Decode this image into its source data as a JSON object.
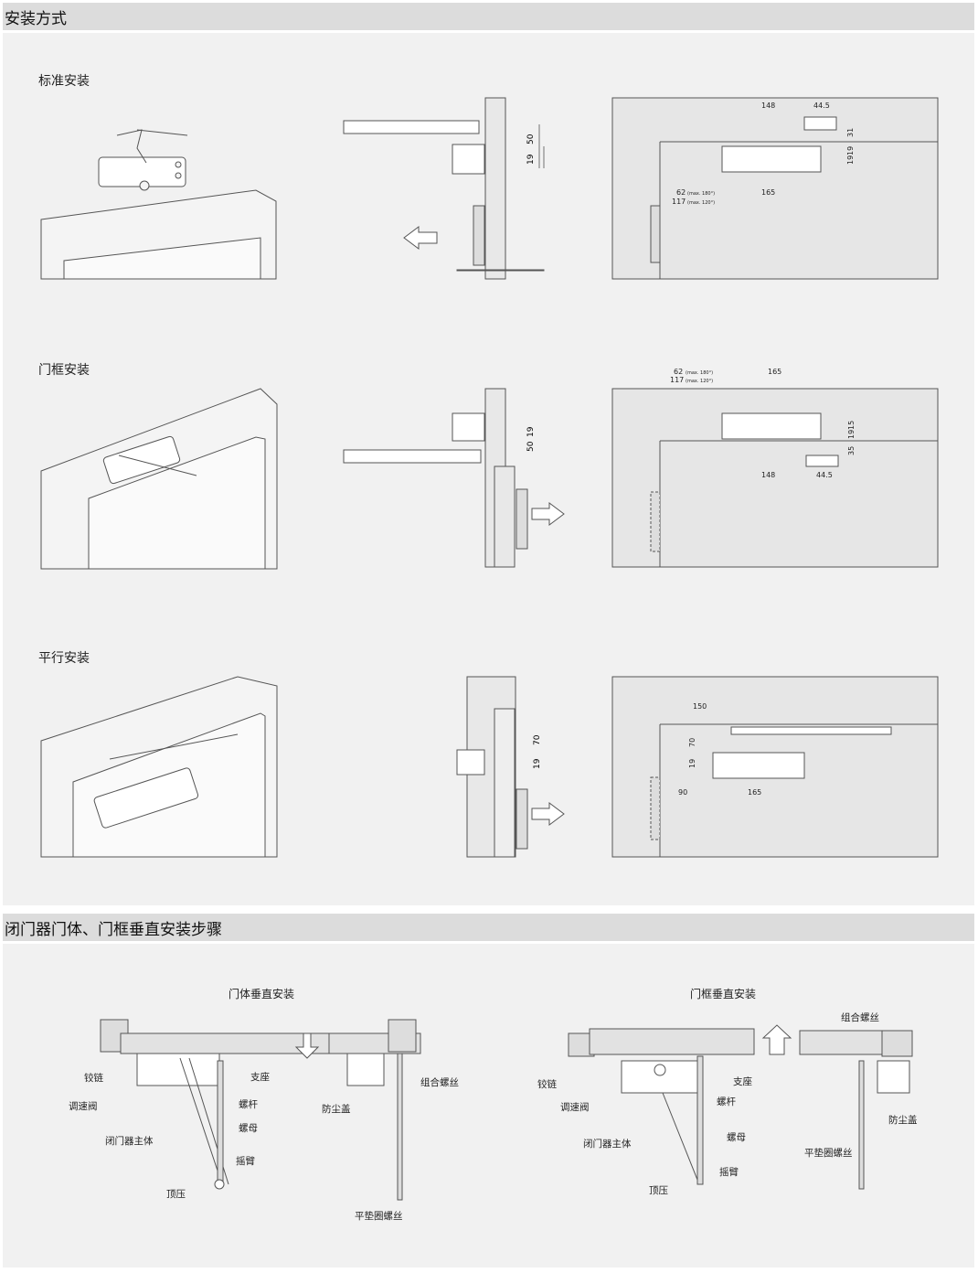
{
  "section1": {
    "title": "安装方式",
    "groups": [
      {
        "title": "标准安装",
        "dims": {
          "d1": "50",
          "d2": "19",
          "w1": "148",
          "w2": "44.5",
          "h1": "31",
          "h2": "19",
          "h3": "19",
          "w3": "165",
          "off1": "62",
          "off1note": "(max. 180°)",
          "off2": "117",
          "off2note": "(max. 120°)"
        }
      },
      {
        "title": "门框安装",
        "dims": {
          "d1": "19",
          "d2": "50",
          "off1": "62",
          "off1note": "(max. 180°)",
          "off2": "117",
          "off2note": "(max. 120°)",
          "w3": "165",
          "h1": "15",
          "h2": "19",
          "h3": "35",
          "w1": "148",
          "w2": "44.5"
        }
      },
      {
        "title": "平行安装",
        "dims": {
          "d1": "70",
          "d2": "19",
          "w1": "150",
          "h1": "70",
          "h2": "19",
          "w2": "90",
          "w3": "165"
        }
      }
    ]
  },
  "section2": {
    "title": "闭门器门体、门框垂直安装步骤",
    "left": {
      "title": "门体垂直安装",
      "labels": {
        "hinge": "铰链",
        "valve": "调速阀",
        "body": "闭门器主体",
        "press": "顶压",
        "seat": "支座",
        "rod": "螺杆",
        "nut": "螺母",
        "arm": "摇臂",
        "dust": "防尘盖",
        "combo": "组合螺丝",
        "washer": "平垫圈螺丝"
      }
    },
    "right": {
      "title": "门框垂直安装",
      "labels": {
        "hinge": "铰链",
        "valve": "调速阀",
        "body": "闭门器主体",
        "press": "顶压",
        "seat": "支座",
        "rod": "螺杆",
        "nut": "螺母",
        "arm": "摇臂",
        "dust": "防尘盖",
        "combo": "组合螺丝",
        "washer": "平垫圈螺丝"
      }
    }
  }
}
